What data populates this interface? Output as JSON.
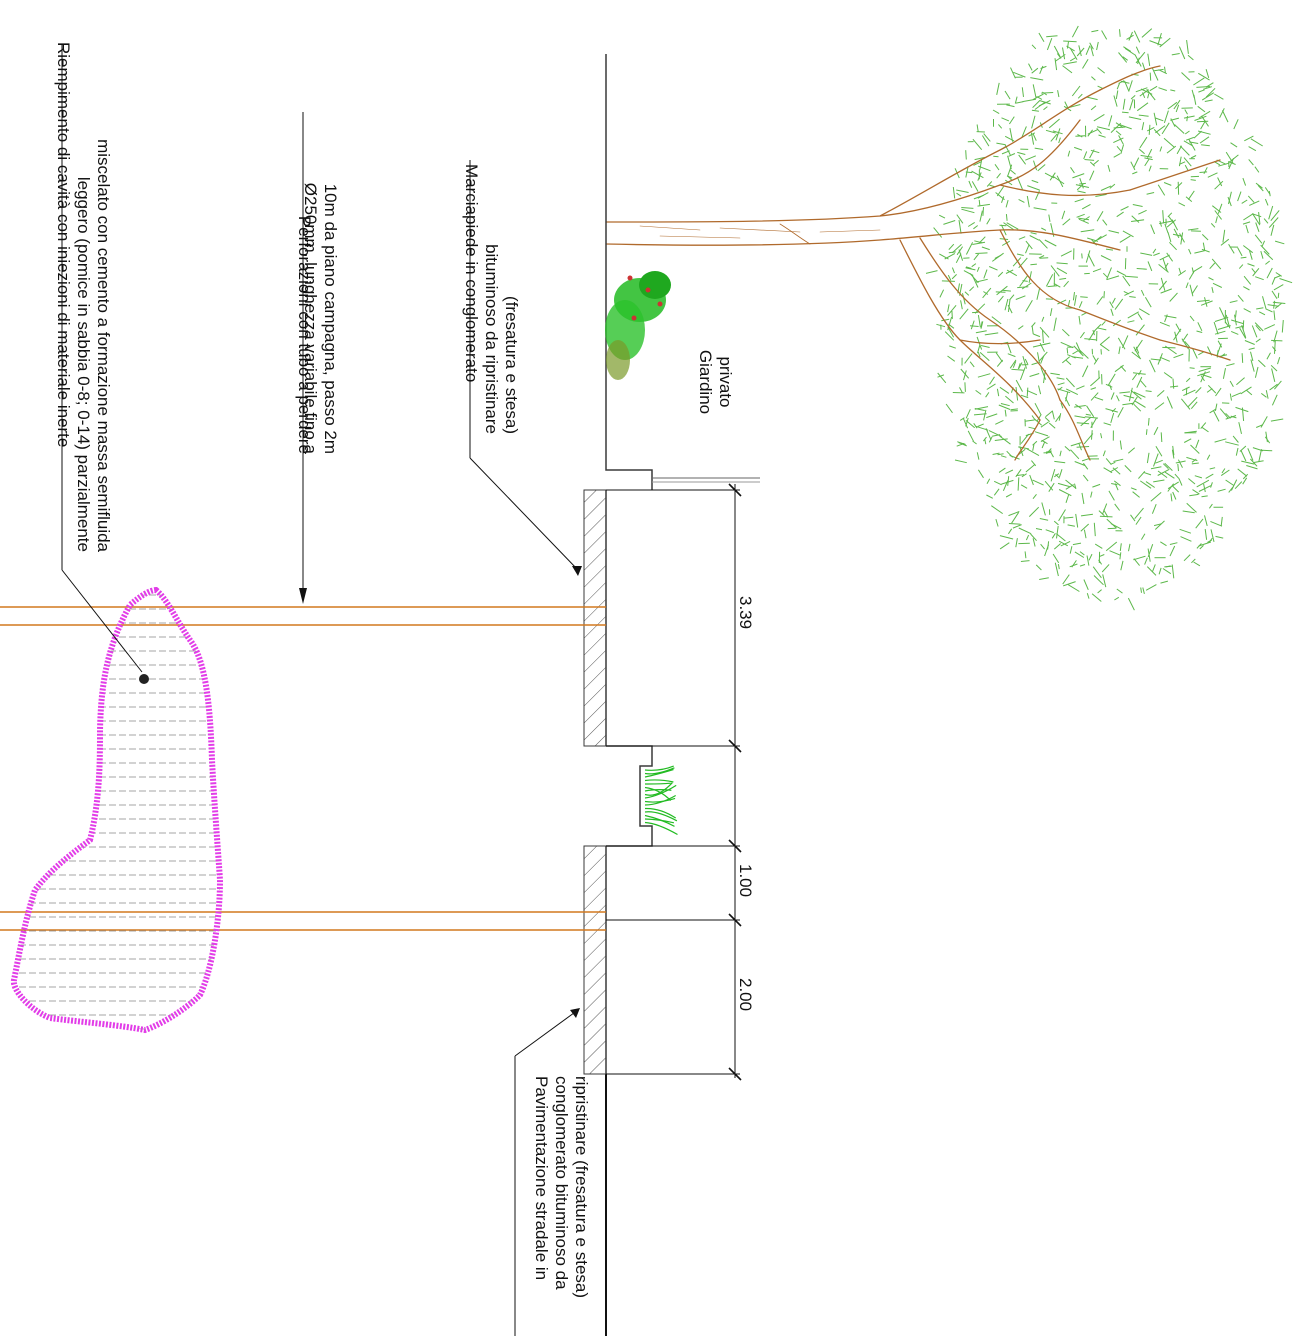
{
  "colors": {
    "ground": "#3a3a3a",
    "pipe": "#d2781e",
    "cavity": "#e23ce8",
    "trunk": "#b06a2c",
    "foliage": "#5cb84a",
    "shrub": "#22bb22",
    "hatch": "#555555"
  },
  "labels": {
    "riempimento": [
      "Riempimento di cavità con iniezioni di materiale inerte",
      "leggero (pomice in sabbia 0-8; 0-14) parzialmente",
      "miscelato con cemento a formazione massa semifluida"
    ],
    "perforazioni": [
      "Perforazioni con tubo a perdere",
      "Ø250mm, lunghezza variabile fino a",
      "10m da piano campagna, passo 2m"
    ],
    "marciapiede": [
      "Marciapiede in conglomerato",
      "bituminoso da ripristinare",
      "(fresatura e stesa)"
    ],
    "giardino": [
      "Giardino",
      "privato"
    ],
    "pavimentazione": [
      "Pavimentazione stradale in",
      "conglomerato bituminoso da",
      "ripristinare (fresatura e stesa)"
    ]
  },
  "dimensions": {
    "sidewalk_width": "3.39",
    "first_segment": "1.00",
    "second_segment": "2.00"
  },
  "icons": {
    "tree": "tree-icon",
    "shrub": "shrub-icon",
    "grass": "grass-icon"
  }
}
